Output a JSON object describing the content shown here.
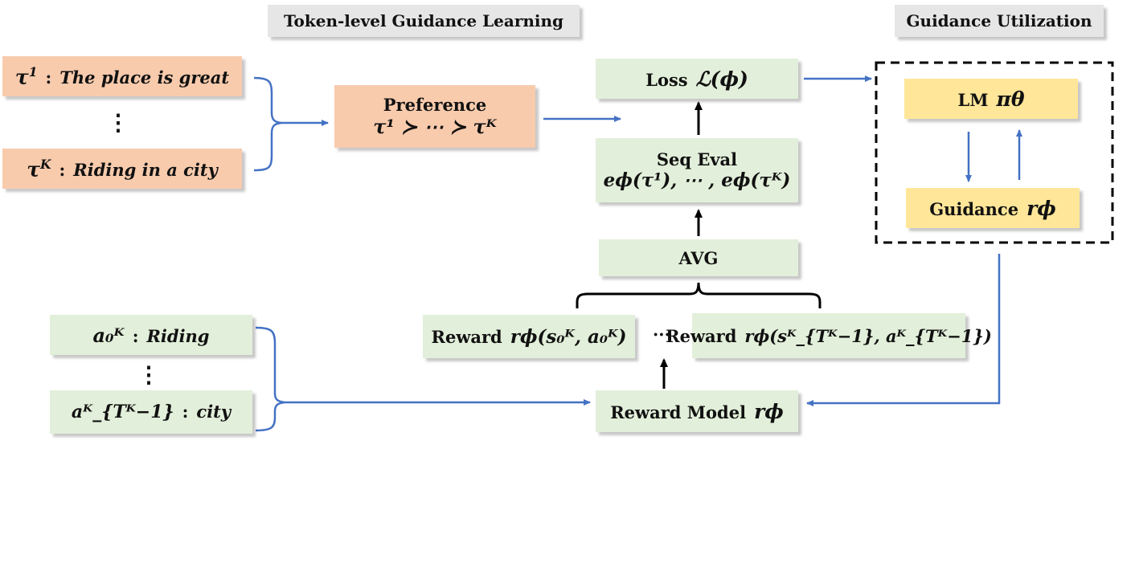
{
  "headers": {
    "learning": "Token-level Guidance Learning",
    "utilization": "Guidance Utilization"
  },
  "trajectories": {
    "first": {
      "symbol": "τ",
      "sup": "1",
      "sep": ":",
      "text": "The place is great"
    },
    "last": {
      "symbol": "τ",
      "sup": "K",
      "sep": ":",
      "text": "Riding in a city"
    },
    "dots": "⋮"
  },
  "preference": {
    "title": "Preference",
    "formula": "τ¹ ≻ ⋯ ≻ τᴷ"
  },
  "loss": {
    "label": "Loss",
    "formula": "ℒ(ϕ)"
  },
  "seq_eval": {
    "title": "Seq Eval",
    "formula": "eϕ(τ¹), ⋯ , eϕ(τᴷ)"
  },
  "avg": {
    "label": "AVG"
  },
  "rewards": {
    "first": {
      "label": "Reward",
      "formula": "rϕ(s₀ᴷ, a₀ᴷ)"
    },
    "last": {
      "label": "Reward",
      "formula": "rϕ(sᴷ_{Tᴷ−1}, aᴷ_{Tᴷ−1})"
    },
    "dots": "···"
  },
  "reward_model": {
    "label": "Reward Model",
    "formula": "rϕ"
  },
  "actions": {
    "first": {
      "formula": "a₀ᴷ",
      "sep": ":",
      "text": "Riding"
    },
    "last": {
      "formula": "aᴷ_{Tᴷ−1}",
      "sep": ":",
      "text": "city"
    },
    "dots": "⋮"
  },
  "utilization": {
    "lm": {
      "label": "LM",
      "formula": "πθ"
    },
    "guidance": {
      "label": "Guidance",
      "formula": "rϕ"
    }
  },
  "colors": {
    "green": "#e2efda",
    "orange": "#f8cbad",
    "yellow": "#ffe699",
    "gray": "#e7e6e6",
    "arrow_blue": "#4472c4",
    "arrow_black": "#000000"
  }
}
